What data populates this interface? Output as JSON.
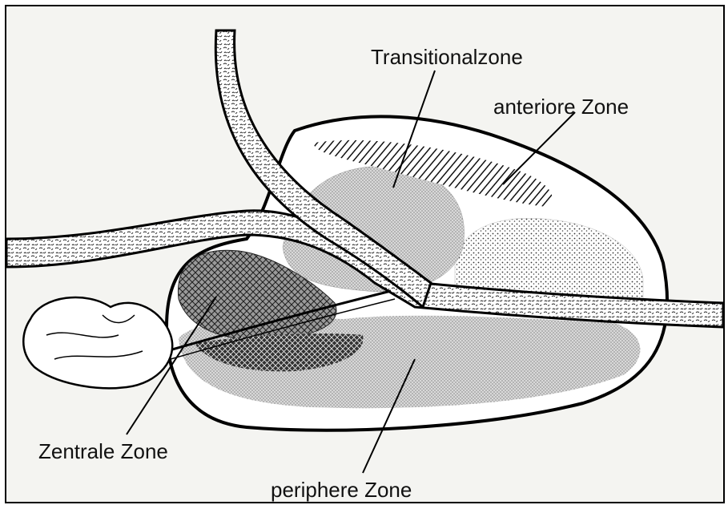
{
  "labels": {
    "transitional": "Transitionalzone",
    "anterior": "anteriore Zone",
    "central": "Zentrale Zone",
    "peripheral": "periphere Zone"
  },
  "colors": {
    "ink": "#111111",
    "paper": "#f4f4f1",
    "frame": "#000000"
  }
}
